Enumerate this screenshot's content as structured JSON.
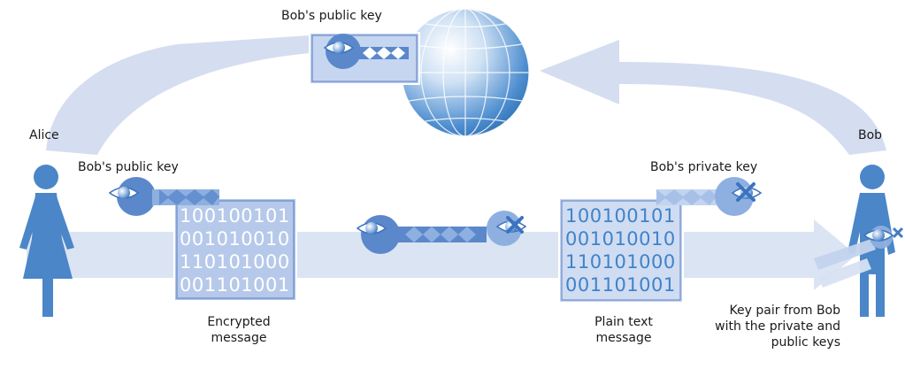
{
  "labels": {
    "top_key": "Bob's public key",
    "alice": "Alice",
    "bob": "Bob",
    "alice_key": "Bob's public key",
    "bob_private_key": "Bob's private key",
    "encrypted_message": [
      "Encrypted",
      "message"
    ],
    "plain_message": [
      "Plain text",
      "message"
    ],
    "key_pair": [
      "Key pair from Bob",
      "with the private and",
      "public keys"
    ]
  },
  "messages": {
    "encrypted_bits": [
      "100100101",
      "001010010",
      "110101000",
      "001101001"
    ],
    "plain_bits": [
      "100100101",
      "001010010",
      "110101000",
      "001101001"
    ]
  },
  "colors": {
    "arrow": "#d5def0",
    "box": "#b0c4e8",
    "box_border": "#5a7fc2",
    "key": "#5b88cb",
    "key_light": "#8eb0e0",
    "globe": "#4f8fd0",
    "person": "#4a86c8",
    "cross": "#3a74c0"
  }
}
